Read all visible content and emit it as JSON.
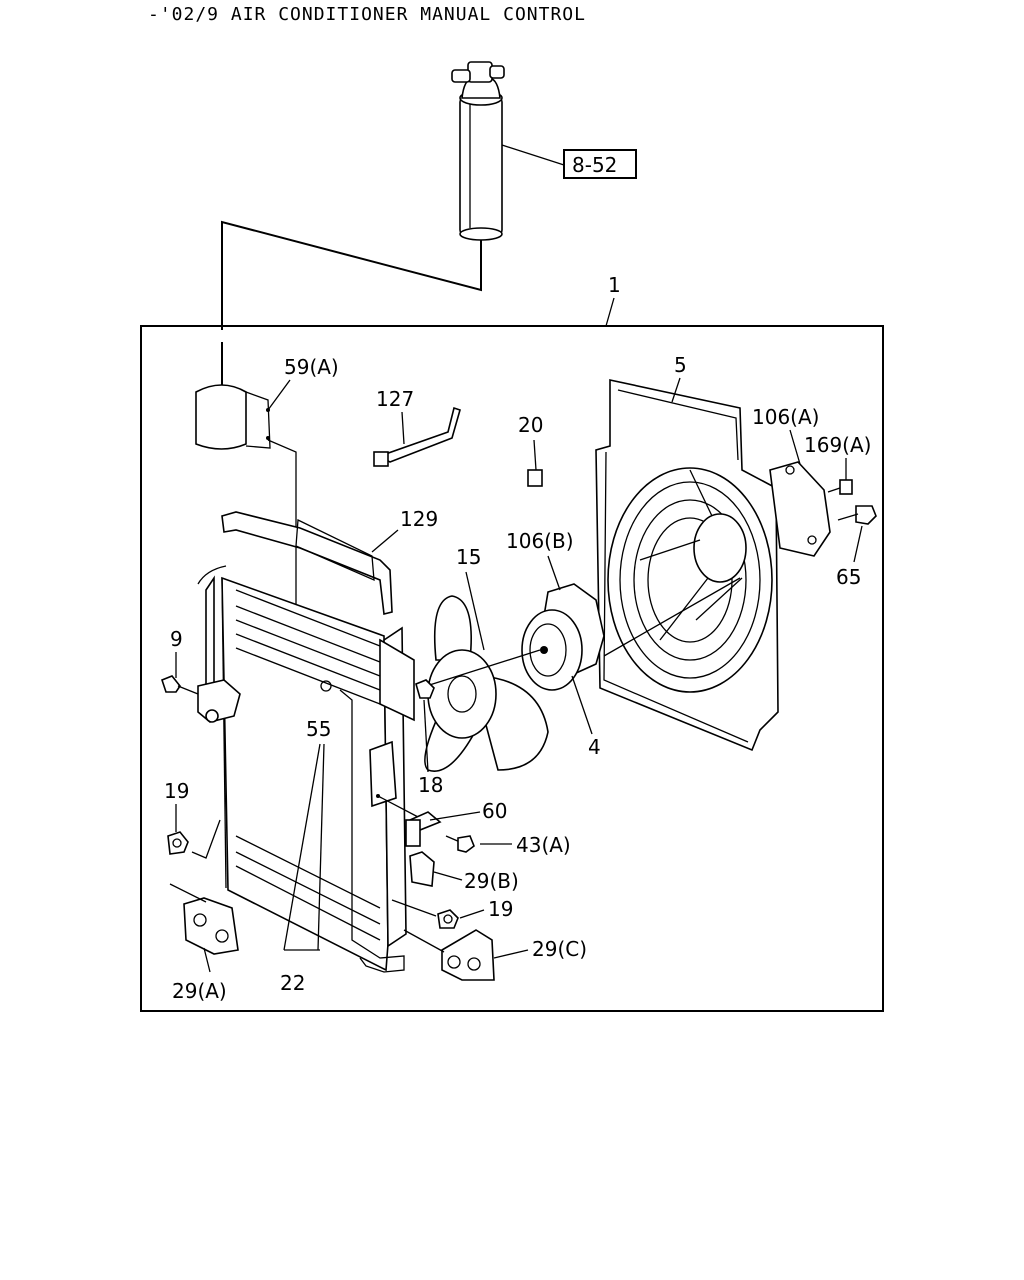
{
  "title": "-'02/9 AIR CONDITIONER MANUAL CONTROL",
  "reference_box": "8-52",
  "assembly_number": "1",
  "callouts": {
    "c5": "5",
    "c59a": "59(A)",
    "c127": "127",
    "c20": "20",
    "c106a": "106(A)",
    "c169a": "169(A)",
    "c129": "129",
    "c106b": "106(B)",
    "c15": "15",
    "c65": "65",
    "c9": "9",
    "c55": "55",
    "c4": "4",
    "c18": "18",
    "c19a": "19",
    "c60": "60",
    "c43a": "43(A)",
    "c29b": "29(B)",
    "c19b": "19",
    "c29c": "29(C)",
    "c29a": "29(A)",
    "c22": "22"
  }
}
